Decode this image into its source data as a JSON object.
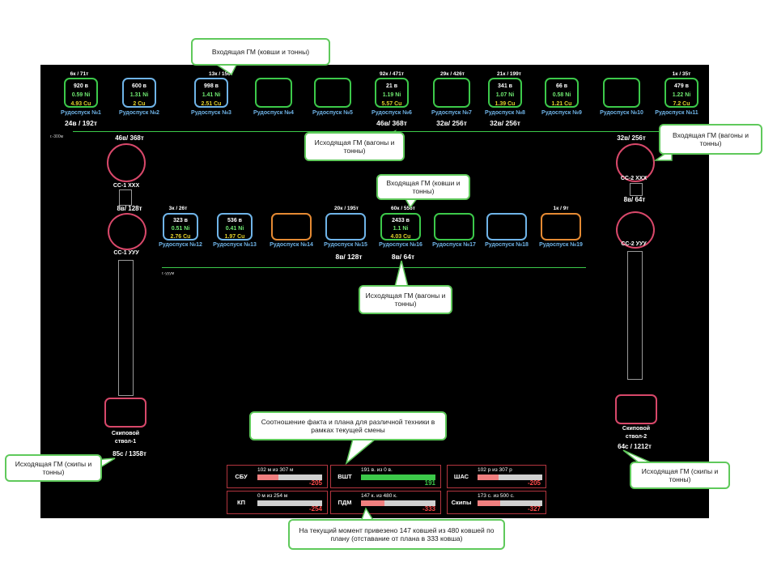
{
  "upper_level_label": "г.-300м",
  "lower_level_label": "г.-ууум",
  "upper_chutes": [
    {
      "label": "Рудоспуск №1",
      "top": "6к / 71т",
      "bottom": "24в / 192т",
      "lines": [
        "920 в",
        "0.59 Ni",
        "4.93 Cu"
      ],
      "color": "g"
    },
    {
      "label": "Рудоспуск №2",
      "top": "",
      "bottom": "",
      "lines": [
        "600 в",
        "1.31 Ni",
        "2 Cu"
      ],
      "color": "b"
    },
    {
      "label": "Рудоспуск №3",
      "top": "13к / 156т",
      "bottom": "",
      "lines": [
        "998 в",
        "1.41 Ni",
        "2.51 Cu"
      ],
      "color": "b"
    },
    {
      "label": "Рудоспуск №4",
      "top": "",
      "bottom": "",
      "lines": [
        "",
        "",
        ""
      ],
      "color": "g"
    },
    {
      "label": "Рудоспуск №5",
      "top": "",
      "bottom": "",
      "lines": [
        "",
        "",
        ""
      ],
      "color": "g"
    },
    {
      "label": "Рудоспуск №6",
      "top": "92к / 471т",
      "bottom": "46в/ 368т",
      "lines": [
        "21 в",
        "1.19 Ni",
        "5.57 Cu"
      ],
      "color": "g"
    },
    {
      "label": "Рудоспуск №7",
      "top": "29к / 426т",
      "bottom": "32в/ 256т",
      "lines": [
        "",
        "",
        ""
      ],
      "color": "g"
    },
    {
      "label": "Рудоспуск №8",
      "top": "21к / 199т",
      "bottom": "32в/ 256т",
      "lines": [
        "341 в",
        "1.07 Ni",
        "1.39 Cu"
      ],
      "color": "g"
    },
    {
      "label": "Рудоспуск №9",
      "top": "",
      "bottom": "",
      "lines": [
        "66 в",
        "0.58 Ni",
        "1.21 Cu"
      ],
      "color": "g"
    },
    {
      "label": "Рудоспуск №10",
      "top": "",
      "bottom": "",
      "lines": [
        "",
        "",
        ""
      ],
      "color": "g"
    },
    {
      "label": "Рудоспуск №11",
      "top": "1к / 35т",
      "bottom": "",
      "lines": [
        "479 в",
        "1.22 Ni",
        "7.2 Cu"
      ],
      "color": "g"
    }
  ],
  "lower_chutes": [
    {
      "label": "Рудоспуск №12",
      "top": "3к / 26т",
      "bottom": "",
      "lines": [
        "323 в",
        "0.51 Ni",
        "2.76 Cu"
      ],
      "color": "b"
    },
    {
      "label": "Рудоспуск №13",
      "top": "",
      "bottom": "",
      "lines": [
        "536 в",
        "0.41 Ni",
        "1.97 Cu"
      ],
      "color": "b"
    },
    {
      "label": "Рудоспуск №14",
      "top": "",
      "bottom": "",
      "lines": [
        "",
        "",
        ""
      ],
      "color": "o"
    },
    {
      "label": "Рудоспуск №15",
      "top": "20к / 195т",
      "bottom": "8в/ 128т",
      "lines": [
        "",
        "",
        ""
      ],
      "color": "b"
    },
    {
      "label": "Рудоспуск №16",
      "top": "60к / 556т",
      "bottom": "8в/ 64т",
      "lines": [
        "2433 в",
        "1.1 Ni",
        "4.03 Cu"
      ],
      "color": "g"
    },
    {
      "label": "Рудоспуск №17",
      "top": "",
      "bottom": "",
      "lines": [
        "",
        "",
        ""
      ],
      "color": "g"
    },
    {
      "label": "Рудоспуск №18",
      "top": "",
      "bottom": "",
      "lines": [
        "",
        "",
        ""
      ],
      "color": "b"
    },
    {
      "label": "Рудоспуск №19",
      "top": "1к / 9т",
      "bottom": "",
      "lines": [
        "",
        "",
        ""
      ],
      "color": "o"
    }
  ],
  "left_shaft": {
    "cc1_top": "46в/ 368т",
    "cc1_label": "СС-1 ХХХ",
    "cc2_top": "8в/ 128т",
    "cc2_label": "СС-1 УУУ",
    "skip_label_1": "Скиповой",
    "skip_label_2": "ствол-1",
    "skip_value": "85с / 1358т"
  },
  "right_shaft": {
    "cc1_top": "32в/ 256т",
    "cc1_label": "СС-2 ХХХ",
    "cc2_top": "8в/ 64т",
    "cc2_label": "СС-2 УУУ",
    "skip_label_1": "Скиповой",
    "skip_label_2": "ствол-2",
    "skip_value": "64с / 1212т"
  },
  "kpis": [
    {
      "name": "СБУ",
      "text": "102 м из 307 м",
      "diff": "-205",
      "progress": 0.33
    },
    {
      "name": "ВШТ",
      "text": "191 в. из 0 в.",
      "diff": "191",
      "progress": 1.0
    },
    {
      "name": "ШАС",
      "text": "102 р из 307 р",
      "diff": "-205",
      "progress": 0.33
    },
    {
      "name": "КП",
      "text": "0 м из 254 м",
      "diff": "-254",
      "progress": 0.0
    },
    {
      "name": "ПДМ",
      "text": "147 к. из 480 к.",
      "diff": "-333",
      "progress": 0.31
    },
    {
      "name": "Скипы",
      "text": "173 с. из 500 с.",
      "diff": "-327",
      "progress": 0.35
    }
  ],
  "callouts": {
    "top_in": "Входящая ГМ (ковши и тонны)",
    "upper_out": "Исходящая ГМ (вагоны и тонны)",
    "right_in": "Входящая ГМ (вагоны и тонны)",
    "mid_in": "Входящая ГМ (ковши и тонны)",
    "lower_out": "Исходящая ГМ (вагоны и тонны)",
    "ratio": "Соотношение факта и плана для различной техники в рамках текущей смены",
    "left_out": "Исходящая ГМ (скипы и тонны)",
    "right_out": "Исходящая ГМ (скипы и тонны)",
    "bottom": "На текущий момент привезено 147 ковшей из 480 ковшей по плану (отставание от плана в 333 ковша)"
  },
  "colors": {
    "green": "#3cc94a",
    "blue": "#6fb4e8",
    "orange": "#e58a33",
    "pink": "#d8486a",
    "red": "#ff4a4a"
  }
}
